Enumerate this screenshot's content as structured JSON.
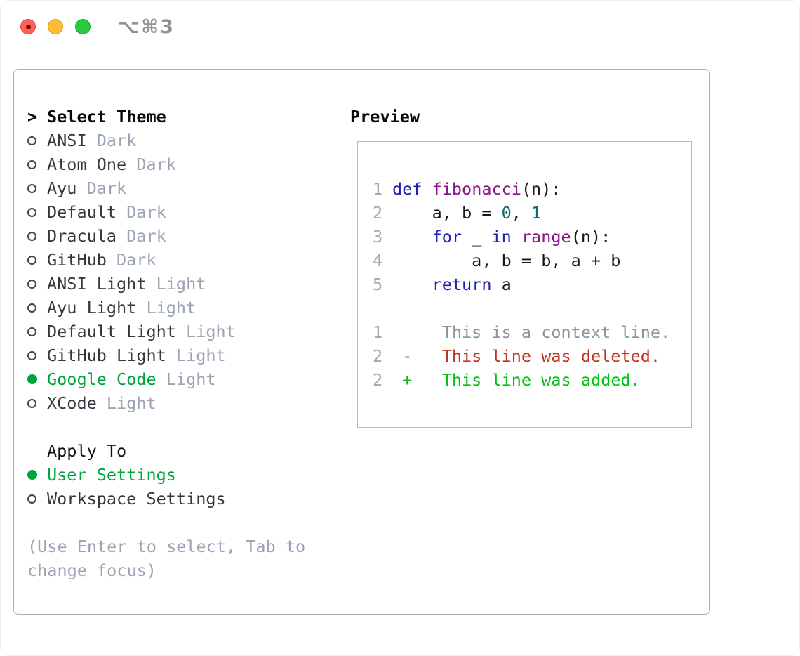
{
  "window": {
    "title": "⌥⌘3",
    "traffic_lights": [
      {
        "name": "close",
        "color": "#ff5f57"
      },
      {
        "name": "minimize",
        "color": "#febc2e"
      },
      {
        "name": "zoom",
        "color": "#28c840"
      }
    ]
  },
  "theme_panel": {
    "header": {
      "prefix": ">",
      "label": "Select Theme"
    },
    "themes": [
      {
        "name": "ANSI",
        "variant": "Dark",
        "selected": false
      },
      {
        "name": "Atom One",
        "variant": "Dark",
        "selected": false
      },
      {
        "name": "Ayu",
        "variant": "Dark",
        "selected": false
      },
      {
        "name": "Default",
        "variant": "Dark",
        "selected": false
      },
      {
        "name": "Dracula",
        "variant": "Dark",
        "selected": false
      },
      {
        "name": "GitHub",
        "variant": "Dark",
        "selected": false
      },
      {
        "name": "ANSI Light",
        "variant": "Light",
        "selected": false
      },
      {
        "name": "Ayu Light",
        "variant": "Light",
        "selected": false
      },
      {
        "name": "Default Light",
        "variant": "Light",
        "selected": false
      },
      {
        "name": "GitHub Light",
        "variant": "Light",
        "selected": false
      },
      {
        "name": "Google Code",
        "variant": "Light",
        "selected": true
      },
      {
        "name": "XCode",
        "variant": "Light",
        "selected": false
      }
    ],
    "apply_to": {
      "label": "Apply To",
      "options": [
        {
          "name": "User Settings",
          "selected": true
        },
        {
          "name": "Workspace Settings",
          "selected": false
        }
      ]
    },
    "help": [
      "(Use Enter to select, Tab to",
      "change focus)"
    ]
  },
  "preview": {
    "label": "Preview",
    "code_lines": [
      {
        "num": "1",
        "tokens": [
          [
            "kw",
            "def"
          ],
          [
            "pl",
            " "
          ],
          [
            "fn",
            "fibonacci"
          ],
          [
            "pl",
            "(n):"
          ]
        ]
      },
      {
        "num": "2",
        "tokens": [
          [
            "pl",
            "    a, b = "
          ],
          [
            "nm",
            "0"
          ],
          [
            "pl",
            ", "
          ],
          [
            "nm",
            "1"
          ]
        ]
      },
      {
        "num": "3",
        "tokens": [
          [
            "pl",
            "    "
          ],
          [
            "kw",
            "for"
          ],
          [
            "pl",
            " _ "
          ],
          [
            "kw",
            "in"
          ],
          [
            "pl",
            " "
          ],
          [
            "fn",
            "range"
          ],
          [
            "pl",
            "(n):"
          ]
        ]
      },
      {
        "num": "4",
        "tokens": [
          [
            "pl",
            "        a, b = b, a + b"
          ]
        ]
      },
      {
        "num": "5",
        "tokens": [
          [
            "pl",
            "    "
          ],
          [
            "kw",
            "return"
          ],
          [
            "pl",
            " a"
          ]
        ]
      }
    ],
    "diff_lines": [
      {
        "num": "1",
        "kind": "context",
        "text": "     This is a context line."
      },
      {
        "num": "2",
        "kind": "deleted",
        "text": " -   This line was deleted."
      },
      {
        "num": "2",
        "kind": "added",
        "text": " +   This line was added."
      }
    ]
  },
  "colors": {
    "accent_green": "#00a43c",
    "keyword_blue": "#1f1fb4",
    "function_purple": "#871787",
    "number_teal": "#0e6b6b",
    "diff_deleted_red": "#c2331f",
    "diff_added_green": "#00c213",
    "muted_gray": "#9ba4b2",
    "line_number_gray": "#9fa9b8",
    "panel_border": "#a9b2bc"
  }
}
